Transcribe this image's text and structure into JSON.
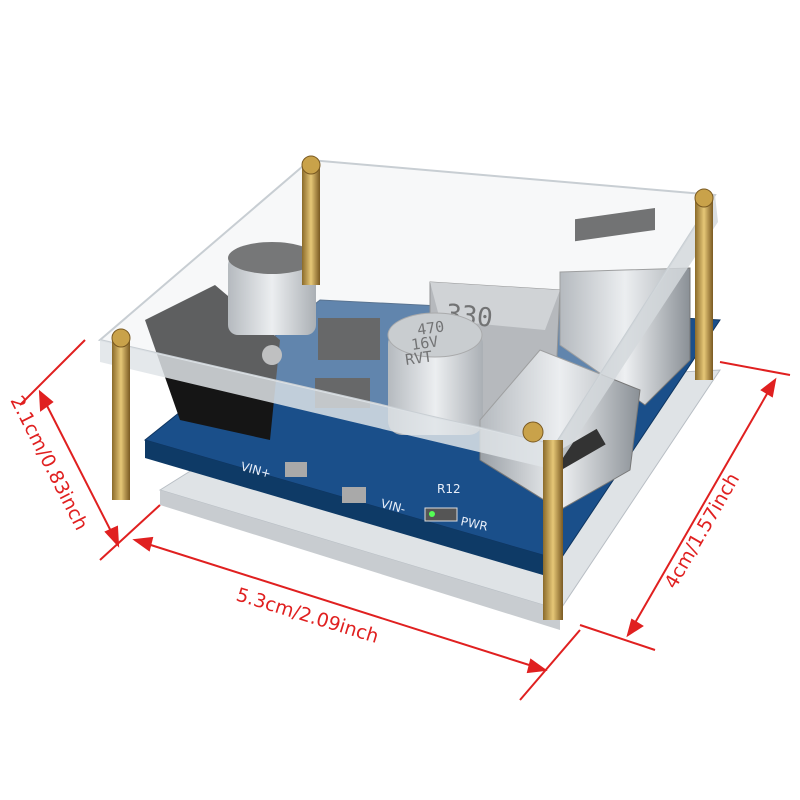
{
  "dimensions": {
    "height": "2.1cm/0.83inch",
    "length": "5.3cm/2.09inch",
    "width": "4cm/1.57inch"
  },
  "component_markings": {
    "inductor": "330",
    "capacitor_line1": "470",
    "capacitor_line2": "16V",
    "capacitor_line3": "RVT",
    "vin_plus": "VIN+",
    "vin_minus": "VIN-",
    "resistor": "R12",
    "power_led": "PWR"
  },
  "colors": {
    "annotation": "#e02020",
    "pcb": "#1a4f8a",
    "standoff": "#c9a24a"
  }
}
